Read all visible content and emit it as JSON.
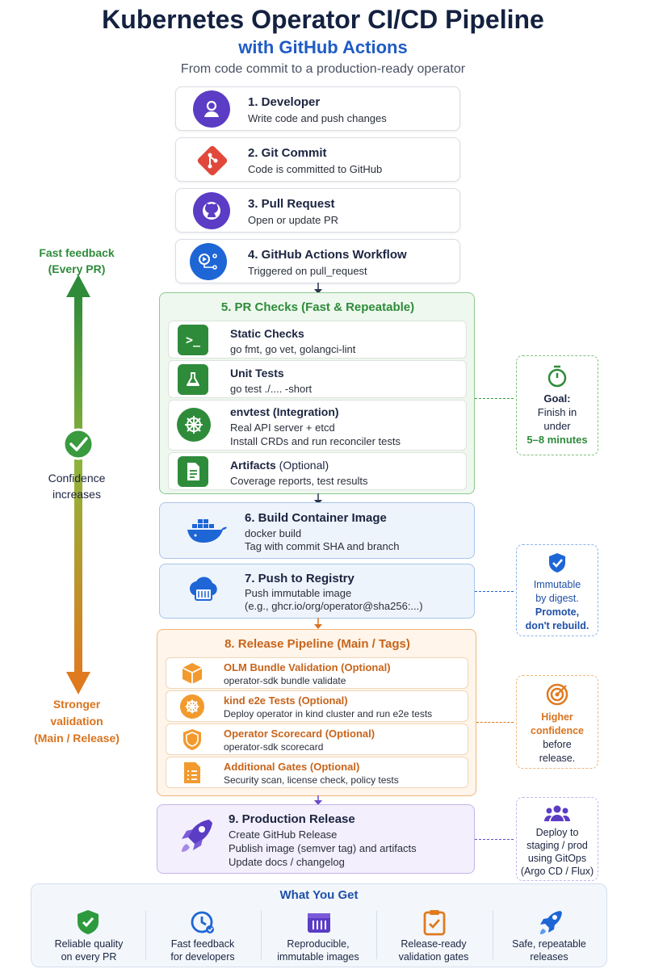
{
  "header": {
    "title": "Kubernetes Operator CI/CD Pipeline",
    "subtitle": "with GitHub Actions",
    "tagline": "From code commit to a production-ready operator"
  },
  "steps": [
    {
      "title": "1. Developer",
      "desc": "Write code and push changes",
      "icon": "developer-icon",
      "color": "#5b3cc4"
    },
    {
      "title": "2. Git Commit",
      "desc": "Code is committed to GitHub",
      "icon": "git-icon",
      "color": "#e0483b"
    },
    {
      "title": "3. Pull Request",
      "desc": "Open or update PR",
      "icon": "github-icon",
      "color": "#5b3cc4"
    },
    {
      "title": "4. GitHub Actions Workflow",
      "desc_prefix": "Triggered on ",
      "desc_code": "pull_request",
      "icon": "actions-icon",
      "color": "#1e66d6"
    }
  ],
  "pr_checks": {
    "title": "5. PR Checks (Fast & Repeatable)",
    "color": "#2e8b3a",
    "items": [
      {
        "title": "Static Checks",
        "desc": "go fmt, go vet, golangci-lint",
        "icon": "terminal-icon"
      },
      {
        "title": "Unit Tests",
        "desc": "go test ./.... -short",
        "icon": "flask-icon"
      },
      {
        "title": "envtest (Integration)",
        "desc1": "Real API server + etcd",
        "desc2": "Install CRDs and run reconciler tests",
        "icon": "helm-wheel-icon"
      },
      {
        "title": "Artifacts",
        "title_suffix": " (Optional)",
        "desc": "Coverage reports, test results",
        "icon": "document-icon"
      }
    ]
  },
  "goal": {
    "l1": "Goal:",
    "l2": "Finish in",
    "l3": "under",
    "l4": "5–8 minutes"
  },
  "build": {
    "title": "6. Build Container Image",
    "desc1": "docker build",
    "desc2": "Tag with commit SHA and branch",
    "icon": "docker-icon"
  },
  "push": {
    "title": "7. Push to Registry",
    "desc1": "Push immutable image",
    "desc2": "(e.g., ghcr.io/org/operator@sha256:...)",
    "icon": "registry-icon"
  },
  "immutable": {
    "l1": "Immutable",
    "l2": "by digest.",
    "l3": "Promote,",
    "l4": "don't rebuild."
  },
  "release": {
    "title": "8. Release Pipeline (Main / Tags)",
    "color": "#d9731f",
    "items": [
      {
        "title": "OLM Bundle Validation (Optional)",
        "desc": "operator-sdk bundle validate",
        "icon": "bundle-icon"
      },
      {
        "title": "kind e2e Tests (Optional)",
        "desc": "Deploy operator in kind cluster and run e2e tests",
        "icon": "helm-wheel-icon"
      },
      {
        "title": "Operator Scorecard (Optional)",
        "desc": "operator-sdk scorecard",
        "icon": "shield-icon"
      },
      {
        "title": "Additional Gates (Optional)",
        "desc": "Security scan, license check, policy tests",
        "icon": "checklist-icon"
      }
    ]
  },
  "confidence": {
    "l1": "Higher",
    "l2": "confidence",
    "l3": "before",
    "l4": "release."
  },
  "prod": {
    "title": "9. Production Release",
    "desc1": "Create GitHub Release",
    "desc2": "Publish image (semver tag) and artifacts",
    "desc3": "Update docs / changelog",
    "icon": "rocket-icon"
  },
  "deploy": {
    "l1": "Deploy to",
    "l2": "staging / prod",
    "l3": "using GitOps",
    "l4": "(Argo CD / Flux)"
  },
  "left": {
    "fast1": "Fast feedback",
    "fast2": "(Every PR)",
    "conf1": "Confidence",
    "conf2": "increases",
    "strong1": "Stronger",
    "strong2": "validation",
    "strong3": "(Main / Release)"
  },
  "wyg": {
    "title": "What You Get",
    "items": [
      {
        "l1": "Reliable quality",
        "l2": "on every PR",
        "icon": "shield-check-icon"
      },
      {
        "l1": "Fast feedback",
        "l2": "for developers",
        "icon": "clock-icon"
      },
      {
        "l1": "Reproducible,",
        "l2": "immutable images",
        "icon": "container-icon"
      },
      {
        "l1": "Release-ready",
        "l2": "validation gates",
        "icon": "clipboard-check-icon"
      },
      {
        "l1": "Safe, repeatable",
        "l2": "releases",
        "icon": "rocket-icon"
      }
    ]
  }
}
